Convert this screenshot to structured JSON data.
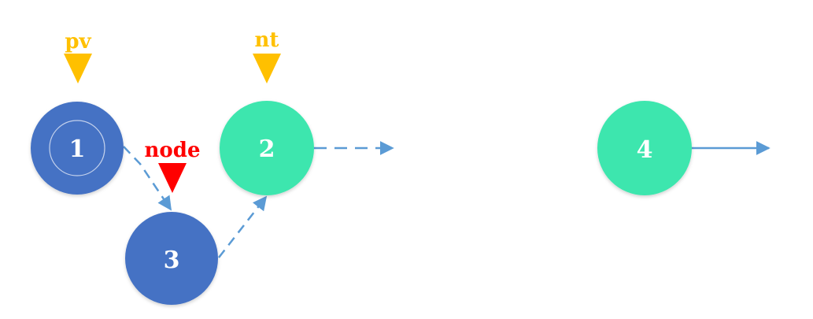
{
  "colors": {
    "processed_node": "#4472c4",
    "pending_node": "#3ee6ae",
    "pointer_yellow": "#ffc000",
    "pointer_red": "#ff0000",
    "arrow": "#5b9bd5",
    "node_text": "#ffffff"
  },
  "nodes": [
    {
      "id": "n1",
      "label": "1",
      "color_role": "processed_node"
    },
    {
      "id": "n2",
      "label": "2",
      "color_role": "pending_node"
    },
    {
      "id": "n3",
      "label": "3",
      "color_role": "processed_node"
    },
    {
      "id": "n4",
      "label": "4",
      "color_role": "pending_node"
    }
  ],
  "pointers": [
    {
      "id": "pv",
      "label": "pv",
      "color_role": "pointer_yellow",
      "target": "n1"
    },
    {
      "id": "nt",
      "label": "nt",
      "color_role": "pointer_yellow",
      "target": "n2"
    },
    {
      "id": "node",
      "label": "node",
      "color_role": "pointer_red",
      "target": "n3"
    }
  ],
  "edges": [
    {
      "from": "n1",
      "to": "n3",
      "style": "dashed"
    },
    {
      "from": "n3",
      "to": "n2",
      "style": "dashed"
    },
    {
      "from": "n2",
      "to": "",
      "style": "dashed"
    },
    {
      "from": "n4",
      "to": "",
      "style": "solid"
    }
  ]
}
